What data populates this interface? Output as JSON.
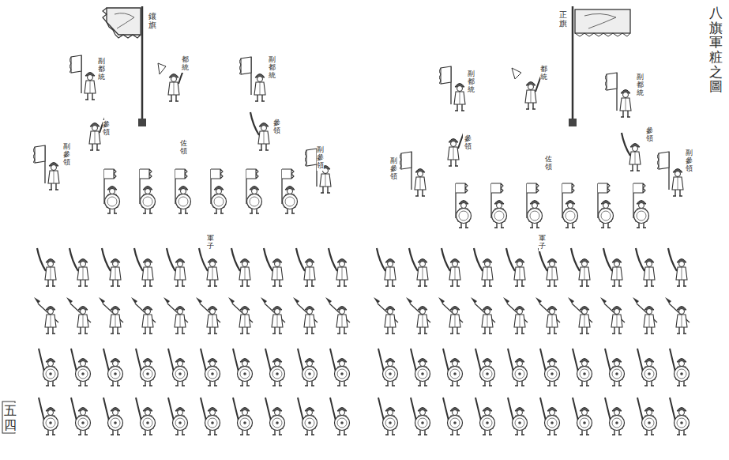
{
  "diagram": {
    "title": "八旗軍粧之圖",
    "labels": [
      "鑲旗",
      "副都統",
      "都統",
      "副都統",
      "參領",
      "參領",
      "佐領",
      "副參領",
      "副參領",
      "正旗",
      "副都統",
      "都統",
      "副都統",
      "參領",
      "佐領",
      "參領",
      "副參領",
      "副參領",
      "軍子",
      "軍子",
      "五四"
    ]
  }
}
